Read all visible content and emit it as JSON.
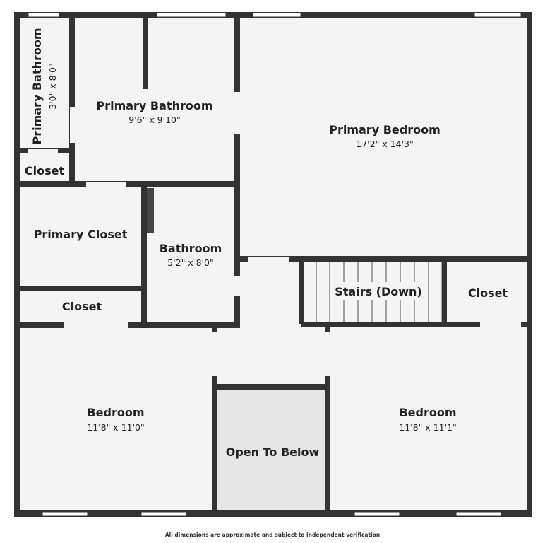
{
  "colors": {
    "wall": "#333333",
    "floor": "#f4f4f4",
    "open_area": "#e6e6e6",
    "window": "#ffffff",
    "text": "#222222"
  },
  "rooms": {
    "primary_bathroom_small": {
      "name": "Primary Bathroom",
      "dims": "3'0\" x 8'0\""
    },
    "primary_bathroom": {
      "name": "Primary Bathroom",
      "dims": "9'6\" x 9'10\""
    },
    "primary_bedroom": {
      "name": "Primary Bedroom",
      "dims": "17'2\" x 14'3\""
    },
    "closet_small": {
      "name": "Closet"
    },
    "primary_closet": {
      "name": "Primary Closet"
    },
    "bathroom": {
      "name": "Bathroom",
      "dims": "5'2\" x 8'0\""
    },
    "stairs": {
      "name": "Stairs (Down)"
    },
    "closet_right": {
      "name": "Closet"
    },
    "closet_left": {
      "name": "Closet"
    },
    "bedroom_left": {
      "name": "Bedroom",
      "dims": "11'8\" x 11'0\""
    },
    "open_to_below": {
      "name": "Open To Below"
    },
    "bedroom_right": {
      "name": "Bedroom",
      "dims": "11'8\" x 11'1\""
    }
  },
  "footer": "All dimensions are approximate and subject to independent verification"
}
